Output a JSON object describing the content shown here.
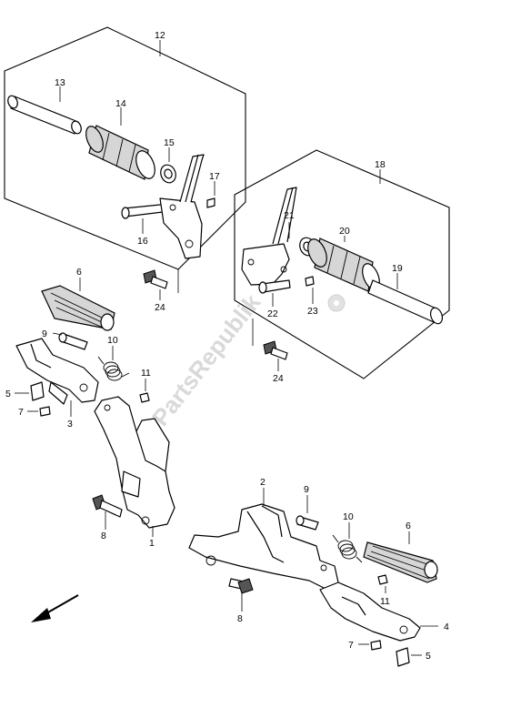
{
  "watermark": "PartsRepublik",
  "labels": {
    "l1": "1",
    "l2": "2",
    "l3": "3",
    "l4": "4",
    "l5a": "5",
    "l5b": "5",
    "l6a": "6",
    "l6b": "6",
    "l7a": "7",
    "l7b": "7",
    "l8a": "8",
    "l8b": "8",
    "l9a": "9",
    "l9b": "9",
    "l10a": "10",
    "l10b": "10",
    "l11a": "11",
    "l11b": "11",
    "l12": "12",
    "l13": "13",
    "l14": "14",
    "l15": "15",
    "l16": "16",
    "l17": "17",
    "l18": "18",
    "l19": "19",
    "l20": "20",
    "l21": "21",
    "l22": "22",
    "l23": "23",
    "l24a": "24",
    "l24b": "24"
  },
  "icons": {
    "direction": "front-direction-arrow-icon"
  }
}
